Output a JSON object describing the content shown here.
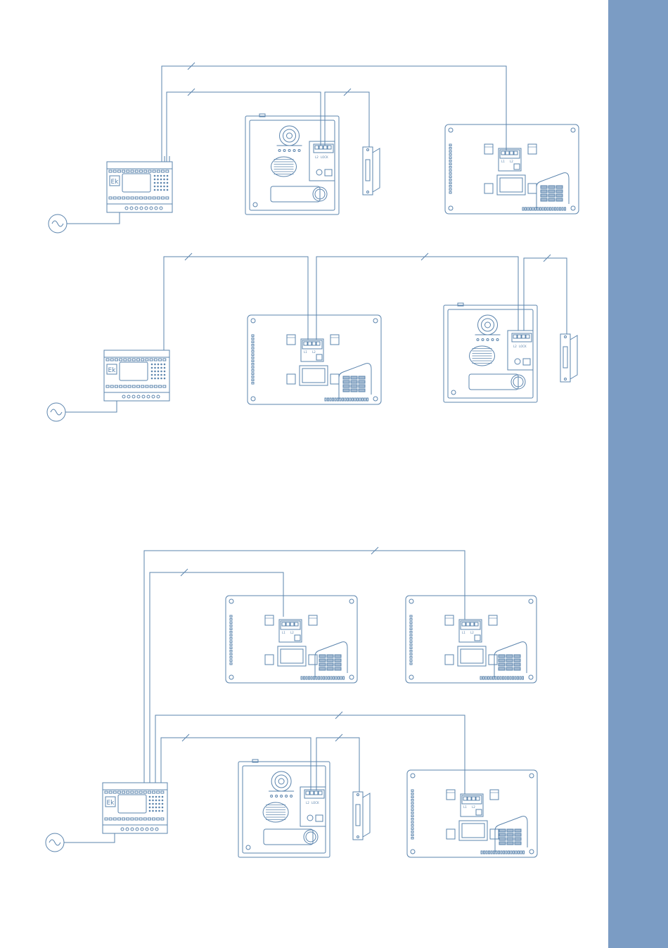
{
  "colors": {
    "line": "#5b84ad",
    "band": "#7b9cc4",
    "background": "#ffffff"
  },
  "labels": {
    "psu_logo": "Ek",
    "terminal_l1": "L1",
    "terminal_l2": "L2",
    "terminal_lock": "LOCK"
  },
  "icons": {
    "mains": "ac-sine-icon",
    "panel": "door-entry-panel-icon",
    "monitor": "video-monitor-icon",
    "lock": "electric-lock-icon",
    "psu": "power-supply-icon"
  }
}
